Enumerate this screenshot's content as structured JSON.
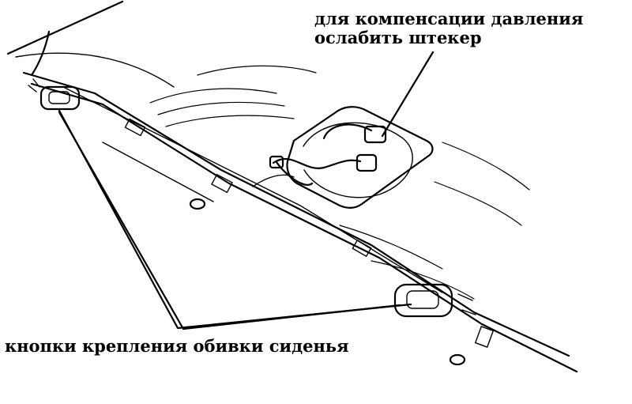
{
  "labels": {
    "top_line1": "для компенсации давления",
    "top_line2": "ослабить штекер",
    "bottom": "кнопки крепления обивки сиденья"
  }
}
